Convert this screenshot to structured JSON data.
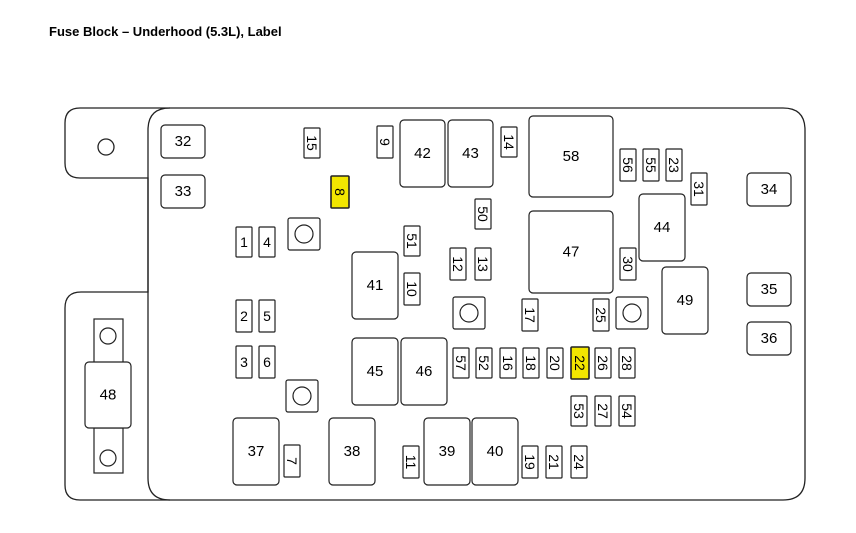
{
  "title": "Fuse Block – Underhood (5.3L), Label",
  "highlight_color": "#f2e600",
  "components": [
    {
      "label": "32"
    },
    {
      "label": "33"
    },
    {
      "label": "15"
    },
    {
      "label": "8",
      "highlighted": true
    },
    {
      "label": "9"
    },
    {
      "label": "42"
    },
    {
      "label": "43"
    },
    {
      "label": "14"
    },
    {
      "label": "58"
    },
    {
      "label": "56"
    },
    {
      "label": "55"
    },
    {
      "label": "23"
    },
    {
      "label": "31"
    },
    {
      "label": "34"
    },
    {
      "label": "50"
    },
    {
      "label": "1"
    },
    {
      "label": "4"
    },
    {
      "label": "51"
    },
    {
      "label": "47"
    },
    {
      "label": "44"
    },
    {
      "label": "41"
    },
    {
      "label": "12"
    },
    {
      "label": "13"
    },
    {
      "label": "30"
    },
    {
      "label": "10"
    },
    {
      "label": "49"
    },
    {
      "label": "35"
    },
    {
      "label": "2"
    },
    {
      "label": "5"
    },
    {
      "label": "17"
    },
    {
      "label": "25"
    },
    {
      "label": "36"
    },
    {
      "label": "3"
    },
    {
      "label": "6"
    },
    {
      "label": "45"
    },
    {
      "label": "46"
    },
    {
      "label": "57"
    },
    {
      "label": "52"
    },
    {
      "label": "16"
    },
    {
      "label": "18"
    },
    {
      "label": "20"
    },
    {
      "label": "22",
      "highlighted": true
    },
    {
      "label": "26"
    },
    {
      "label": "28"
    },
    {
      "label": "48"
    },
    {
      "label": "53"
    },
    {
      "label": "27"
    },
    {
      "label": "54"
    },
    {
      "label": "37"
    },
    {
      "label": "7"
    },
    {
      "label": "38"
    },
    {
      "label": "11"
    },
    {
      "label": "39"
    },
    {
      "label": "40"
    },
    {
      "label": "19"
    },
    {
      "label": "21"
    },
    {
      "label": "24"
    }
  ]
}
